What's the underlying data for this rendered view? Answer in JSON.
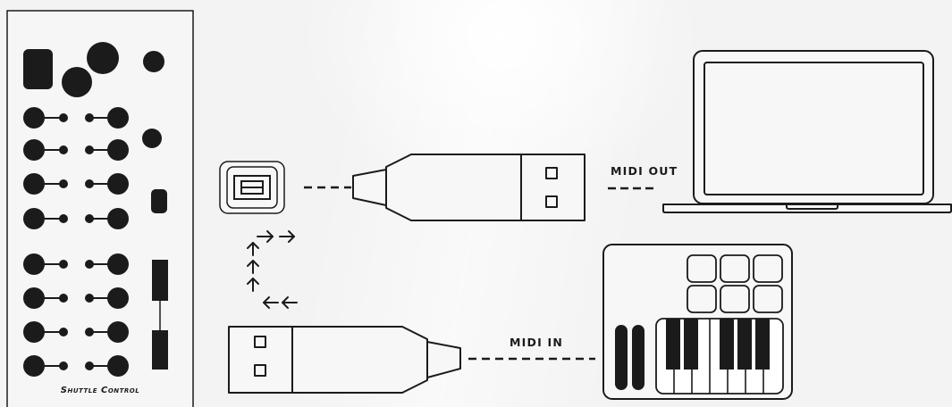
{
  "module": {
    "brand_label": "Shuttle Control"
  },
  "connections": {
    "midi_out_label": "MIDI OUT",
    "midi_in_label": "MIDI IN"
  },
  "colors": {
    "background": "#f3f3f3",
    "ink": "#1b1b1b",
    "panel_fill": "#f6f6f6",
    "key_white": "#ffffff",
    "key_black": "#1b1b1b"
  },
  "icons": [
    "usb-b-port-icon",
    "usb-a-plug-icon",
    "laptop-icon",
    "midi-controller-icon",
    "arrow-right-icon",
    "arrow-up-icon",
    "arrow-left-icon"
  ]
}
